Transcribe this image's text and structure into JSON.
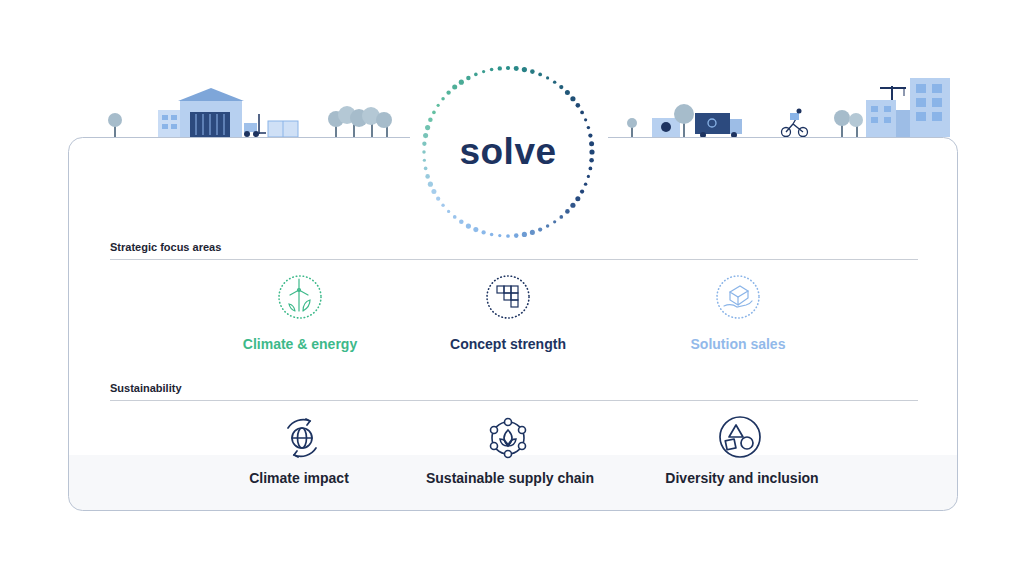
{
  "diagram": {
    "nodes": [
      {
        "text": [
          "solve"
        ]
      },
      {
        "text": [
          "Strategic focus areas",
          "Sustainability"
        ]
      },
      {
        "text": [
          "Climate & energy"
        ],
        "in": 1
      },
      {
        "text": [
          "Concept strength"
        ],
        "in": 1
      },
      {
        "text": [
          "Solution sales"
        ],
        "in": 1
      },
      {
        "text": [
          "Climate impact"
        ],
        "in": 1
      },
      {
        "text": [
          "Sustainable supply chain"
        ],
        "in": 1
      },
      {
        "text": [
          "Diversity and inclusion"
        ],
        "in": 1
      }
    ]
  }
}
